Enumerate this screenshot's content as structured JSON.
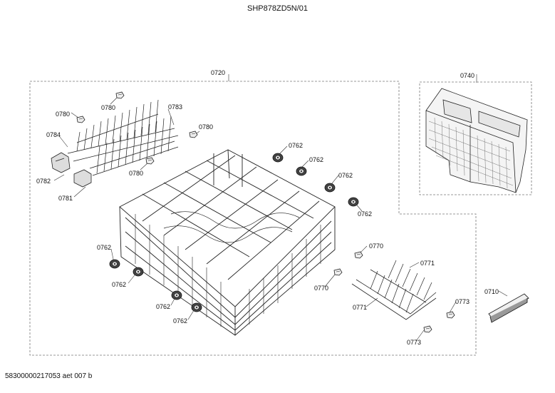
{
  "title": "SHP878ZD5N/01",
  "footer": "58300000217053 aet 007 b",
  "labels": {
    "l0720": "0720",
    "l0740": "0740",
    "l0780a": "0780",
    "l0780b": "0780",
    "l0780c": "0780",
    "l0780d": "0780",
    "l0783": "0783",
    "l0784": "0784",
    "l0782": "0782",
    "l0781": "0781",
    "l0762a": "0762",
    "l0762b": "0762",
    "l0762c": "0762",
    "l0762d": "0762",
    "l0762e": "0762",
    "l0762f": "0762",
    "l0762g": "0762",
    "l0762h": "0762",
    "l0770a": "0770",
    "l0770b": "0770",
    "l0771a": "0771",
    "l0771b": "0771",
    "l0773a": "0773",
    "l0773b": "0773",
    "l0710": "0710"
  }
}
